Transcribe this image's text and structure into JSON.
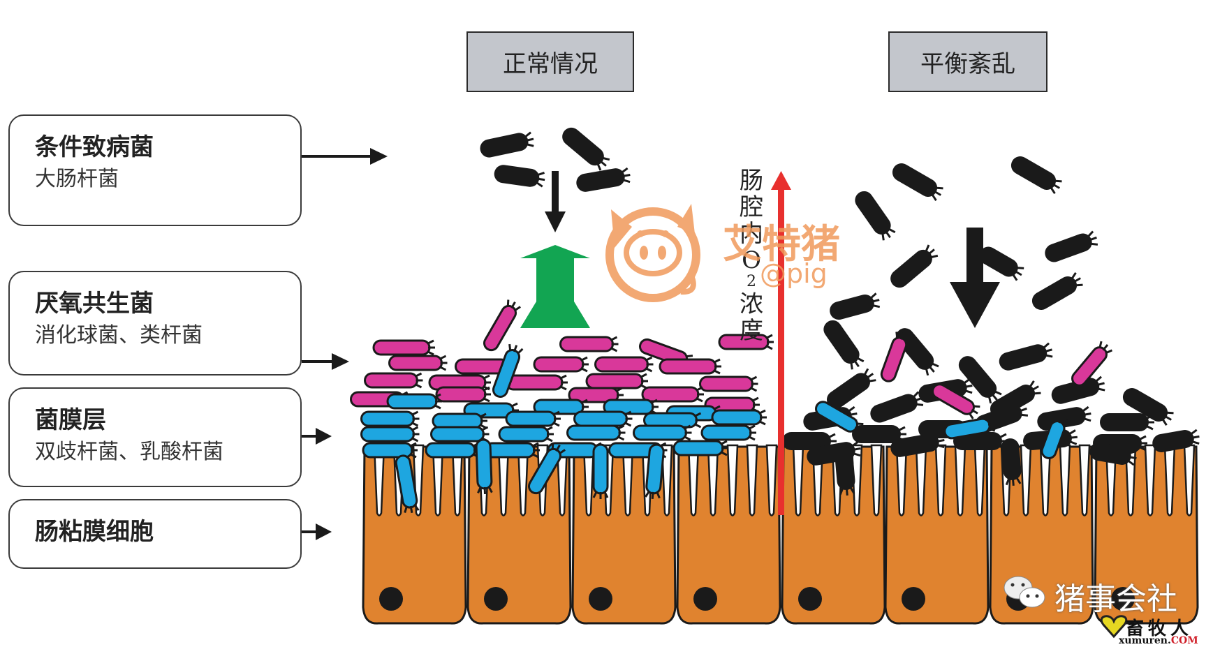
{
  "headers": {
    "normal": "正常情况",
    "disturbed": "平衡紊乱"
  },
  "labels": [
    {
      "title": "条件致病菌",
      "subtitle": "大肠杆菌"
    },
    {
      "title": "厌氧共生菌",
      "subtitle": "消化球菌、类杆菌"
    },
    {
      "title": "菌膜层",
      "subtitle": "双歧杆菌、乳酸杆菌"
    },
    {
      "title": "肠粘膜细胞",
      "subtitle": ""
    }
  ],
  "o2_axis": {
    "text_chars": [
      "肠",
      "腔",
      "内",
      "O"
    ],
    "subscript": "2",
    "text_tail": [
      "浓",
      "度"
    ]
  },
  "watermark": {
    "name": "艾特猪",
    "handle": "@pig"
  },
  "footer": {
    "wechat_name": "猪事会社",
    "site_cn": "畜牧人",
    "site_en_prefix": "xumuren.",
    "site_en_suffix": "COM"
  },
  "colors": {
    "pathogen": "#1a1a1a",
    "anaerobe": "#d9389a",
    "biofilm": "#1ea6e0",
    "cell": "#e0832f",
    "o2_arrow": "#e8302e",
    "green_arrow": "#12a552",
    "watermark": "#f09a5b",
    "header_bg": "#c3c6cc"
  }
}
